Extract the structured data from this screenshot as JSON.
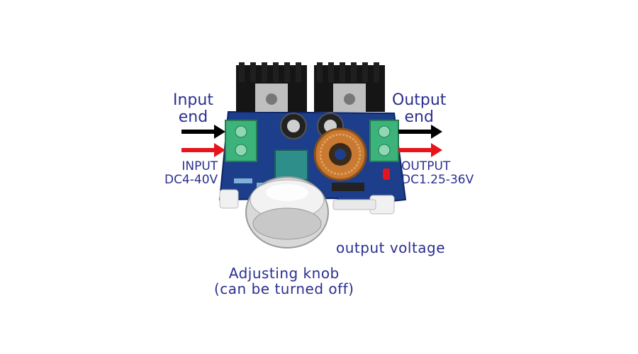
{
  "labels": {
    "input_title": [
      "Input",
      "end"
    ],
    "output_title": [
      "Output",
      "end"
    ],
    "input_spec": [
      "INPUT",
      "DC4-40V"
    ],
    "output_spec": [
      "OUTPUT",
      "DC1.25-36V"
    ],
    "voltage_caption": "output voltage",
    "knob_caption": [
      "Adjusting knob",
      "(can be turned off)"
    ]
  },
  "colors": {
    "text": "#2a2f8f",
    "arrow_black": "#000000",
    "arrow_red": "#e8141c",
    "pcb": "#1d3e8a",
    "terminal": "#3cb37a",
    "heatsink": "#151515",
    "coil": "#c87a32"
  },
  "icons": [
    "arrow-right-icon",
    "adjusting-knob-icon",
    "terminal-block-icon",
    "heatsink-icon",
    "inductor-coil-icon"
  ]
}
